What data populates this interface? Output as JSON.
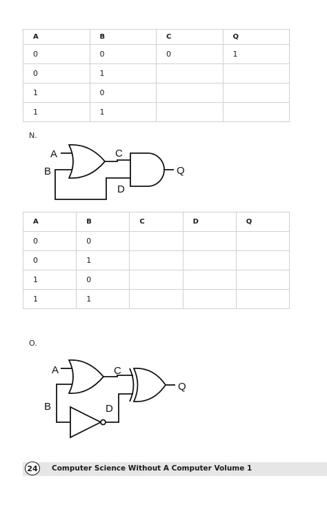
{
  "table1": {
    "headers": [
      "A",
      "B",
      "C",
      "Q"
    ],
    "rows": [
      [
        "0",
        "0",
        "0",
        "1"
      ],
      [
        "0",
        "1",
        "",
        ""
      ],
      [
        "1",
        "0",
        "",
        ""
      ],
      [
        "1",
        "1",
        "",
        ""
      ]
    ]
  },
  "section_n": {
    "label": "N.",
    "labels": {
      "a": "A",
      "b": "B",
      "c": "C",
      "d": "D",
      "q": "Q"
    }
  },
  "table2": {
    "headers": [
      "A",
      "B",
      "C",
      "D",
      "Q"
    ],
    "rows": [
      [
        "0",
        "0",
        "",
        "",
        ""
      ],
      [
        "0",
        "1",
        "",
        "",
        ""
      ],
      [
        "1",
        "0",
        "",
        "",
        ""
      ],
      [
        "1",
        "1",
        "",
        "",
        ""
      ]
    ]
  },
  "section_o": {
    "label": "O.",
    "labels": {
      "a": "A",
      "b": "B",
      "c": "C",
      "d": "D",
      "q": "Q"
    }
  },
  "footer": {
    "page_number": "24",
    "book_title": "Computer Science Without A Computer Volume 1"
  }
}
